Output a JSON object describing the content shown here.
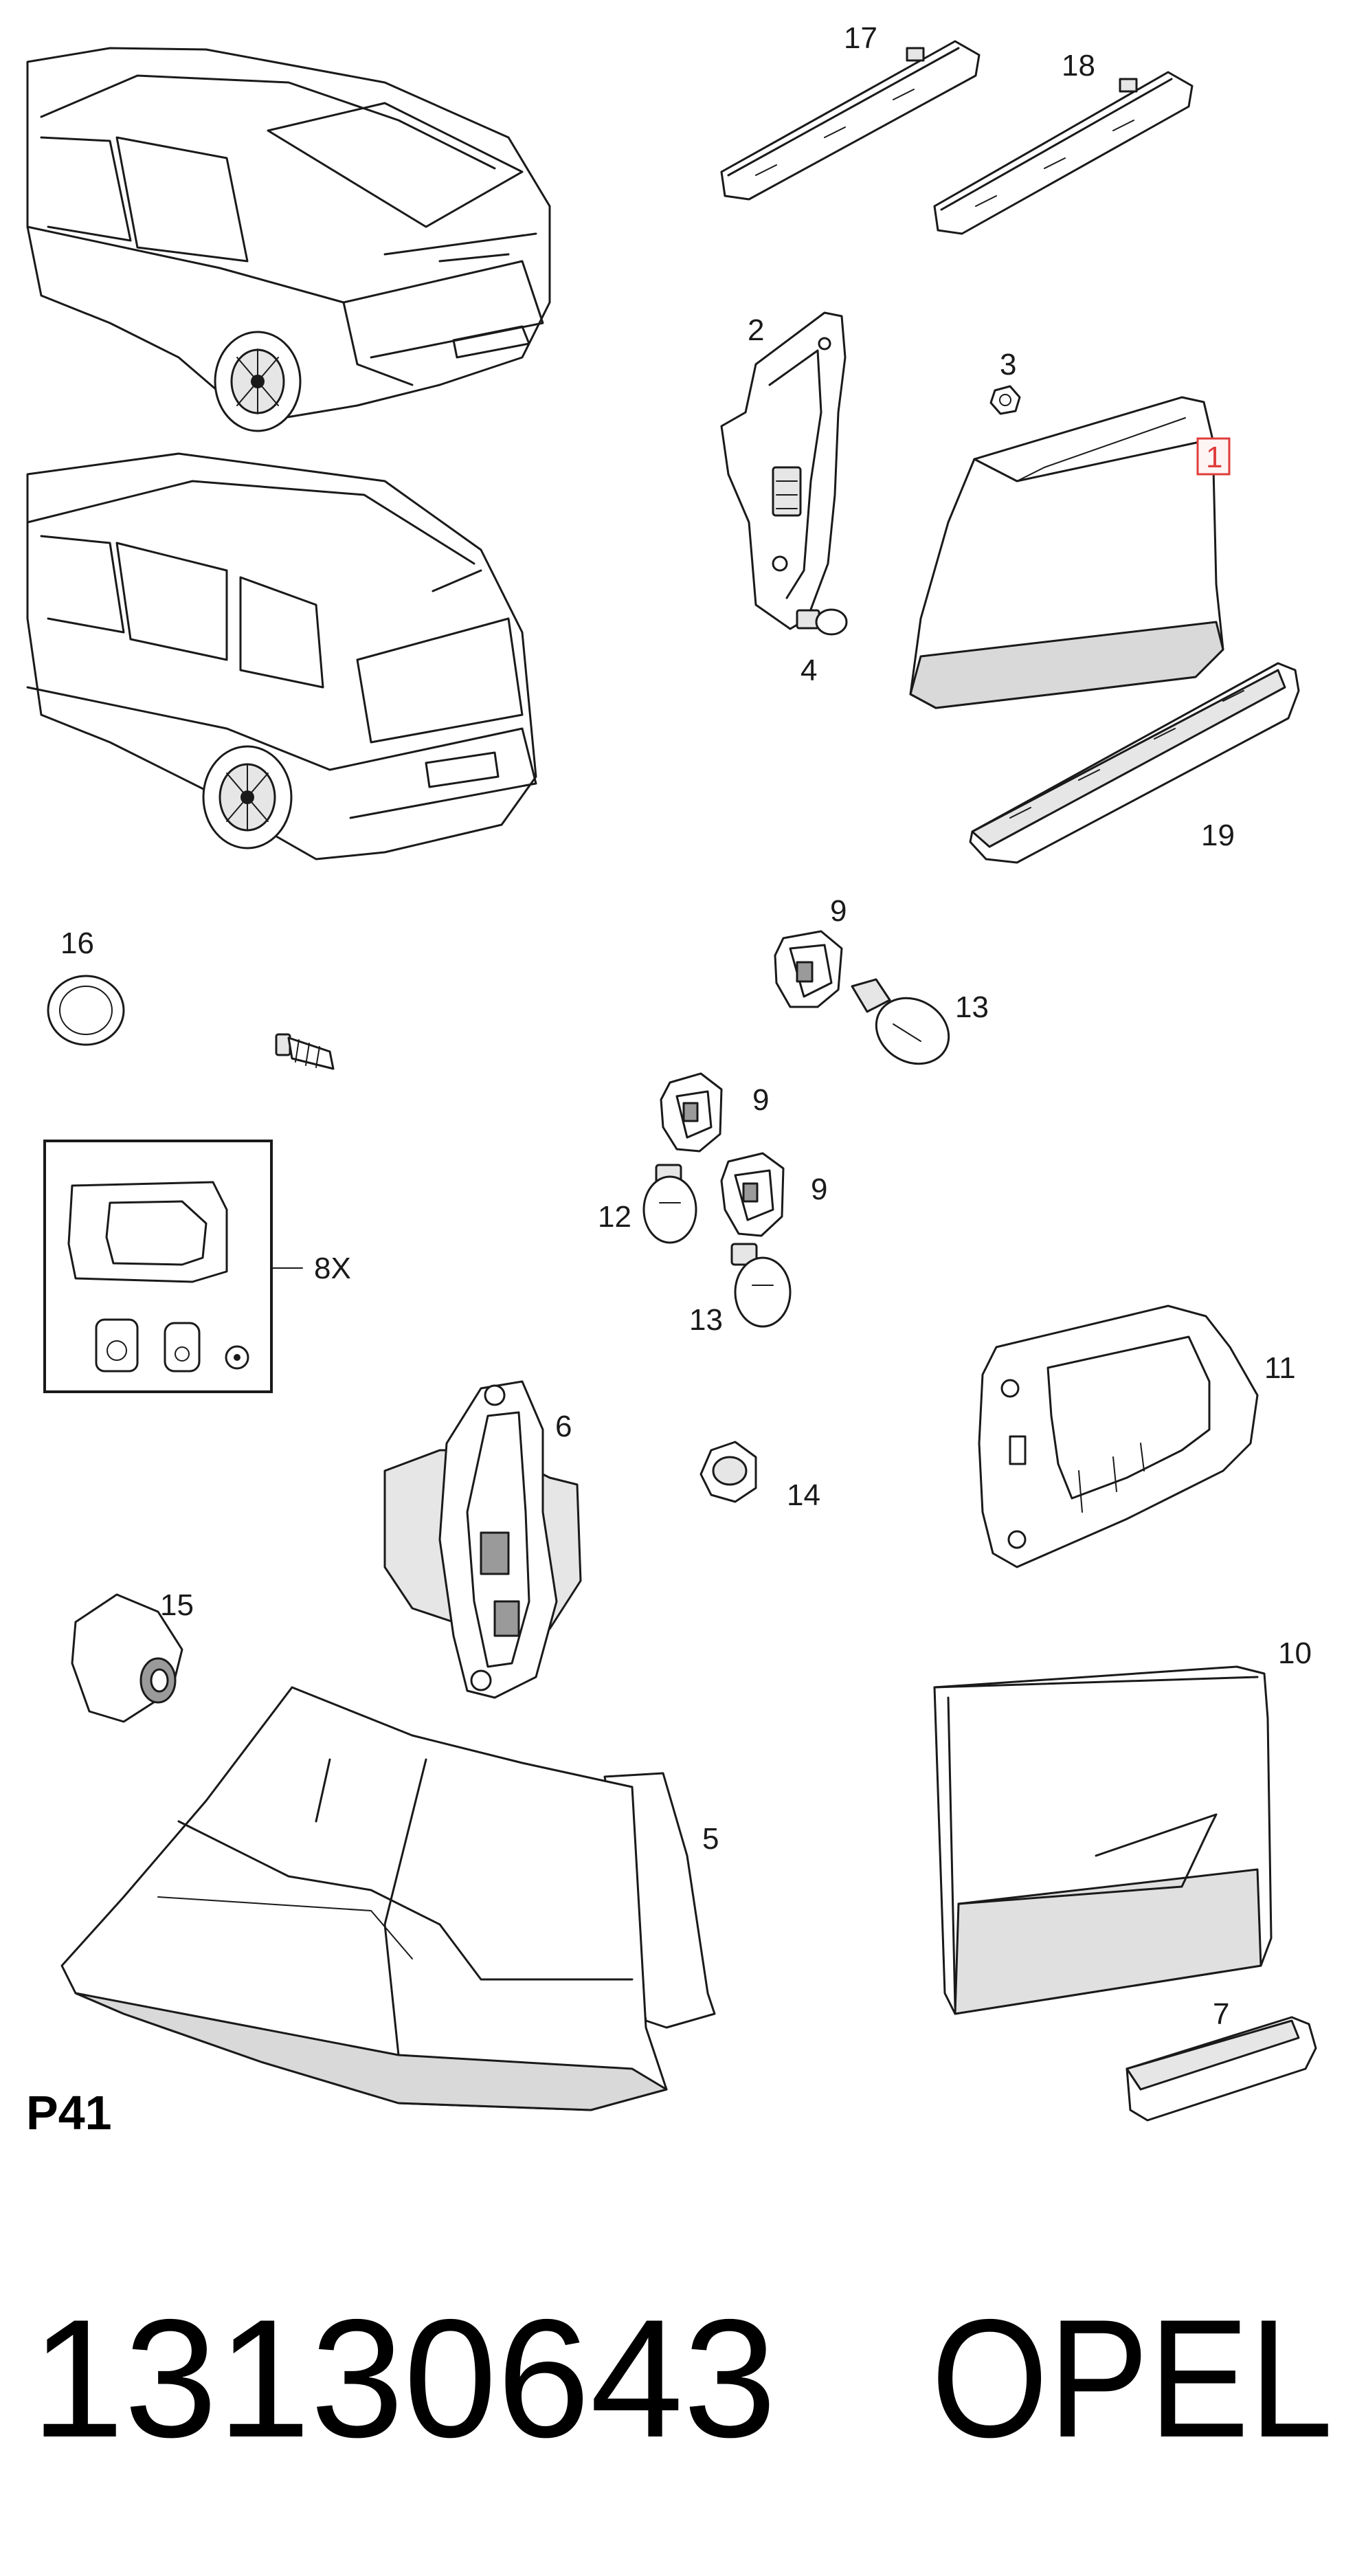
{
  "diagram": {
    "callouts": {
      "c1": "1",
      "c2": "2",
      "c3": "3",
      "c4": "4",
      "c5": "5",
      "c6": "6",
      "c7": "7",
      "c8": "8X",
      "c9a": "9",
      "c9b": "9",
      "c9c": "9",
      "c10": "10",
      "c11": "11",
      "c12": "12",
      "c13a": "13",
      "c13b": "13",
      "c14": "14",
      "c15": "15",
      "c16": "16",
      "c17": "17",
      "c18": "18",
      "c19": "19"
    },
    "highlighted_callout": "1",
    "highlight_color": "#e03c3c",
    "page_code": "P41"
  },
  "footer": {
    "part_number": "13130643",
    "brand": "OPEL"
  }
}
